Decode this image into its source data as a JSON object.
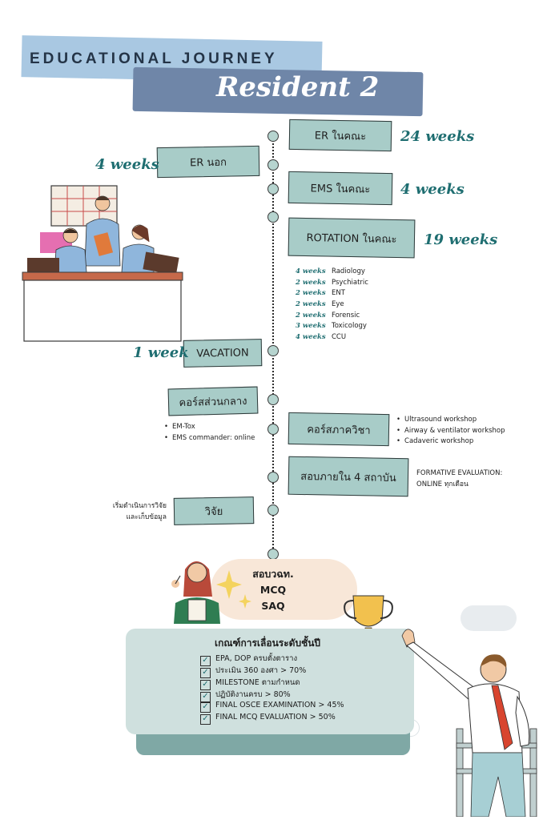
{
  "header": {
    "title": "EDUCATIONAL JOURNEY",
    "subtitle": "Resident 2"
  },
  "timeline": {
    "er_in": {
      "label": "ER ในคณะ",
      "weeks": "24 weeks"
    },
    "er_out": {
      "label": "ER นอก",
      "weeks": "4 weeks"
    },
    "ems": {
      "label": "EMS ในคณะ",
      "weeks": "4 weeks"
    },
    "rotation": {
      "label": "ROTATION ในคณะ",
      "weeks": "19 weeks",
      "items": [
        {
          "weeks": "4 weeks",
          "name": "Radiology"
        },
        {
          "weeks": "2 weeks",
          "name": "Psychiatric"
        },
        {
          "weeks": "2 weeks",
          "name": "ENT"
        },
        {
          "weeks": "2 weeks",
          "name": "Eye"
        },
        {
          "weeks": "2 weeks",
          "name": "Forensic"
        },
        {
          "weeks": "3 weeks",
          "name": "Toxicology"
        },
        {
          "weeks": "4 weeks",
          "name": "CCU"
        }
      ]
    },
    "vacation": {
      "label": "VACATION",
      "weeks": "1 week"
    },
    "central_course": {
      "label": "คอร์สส่วนกลาง",
      "items": [
        "EM-Tox",
        "EMS commander: online"
      ]
    },
    "dept_course": {
      "label": "คอร์สภาควิชา",
      "items": [
        "Ultrasound workshop",
        "Airway & ventilator workshop",
        "Cadaveric workshop"
      ]
    },
    "internal_exam": {
      "label": "สอบภายใน 4 สถาบัน",
      "note_line1": "FORMATIVE EVALUATION:",
      "note_line2": "ONLINE ทุกเดือน"
    },
    "research": {
      "label": "วิจัย",
      "note_line1": "เริ่มดำเนินการวิจัย",
      "note_line2": "และเก็บข้อมูล"
    }
  },
  "exam_bubble": {
    "line1": "สอบวฉท.",
    "line2": "MCQ",
    "line3": "SAQ"
  },
  "criteria": {
    "title": "เกณฑ์การเลื่อนระดับชั้นปี",
    "items": [
      "EPA, DOP ครบตั้งตาราง",
      "ประเมิน 360 องศา > 70%",
      "MILESTONE ตามกำหนด",
      "ปฏิบัติงานครบ > 80%",
      "FINAL OSCE EXAMINATION > 45%",
      "FINAL MCQ EVALUATION > 50%"
    ]
  },
  "colors": {
    "box": "#a8ccc8",
    "accent": "#1f6e71",
    "title_band": "#a9c8e2",
    "subtitle_band": "#6f86a8"
  },
  "icons": [
    "doctors-illustration",
    "student-illustration",
    "trophy-icon",
    "businessman-illustration",
    "sparkle-icon",
    "checkbox-icon",
    "cloud-icon"
  ]
}
